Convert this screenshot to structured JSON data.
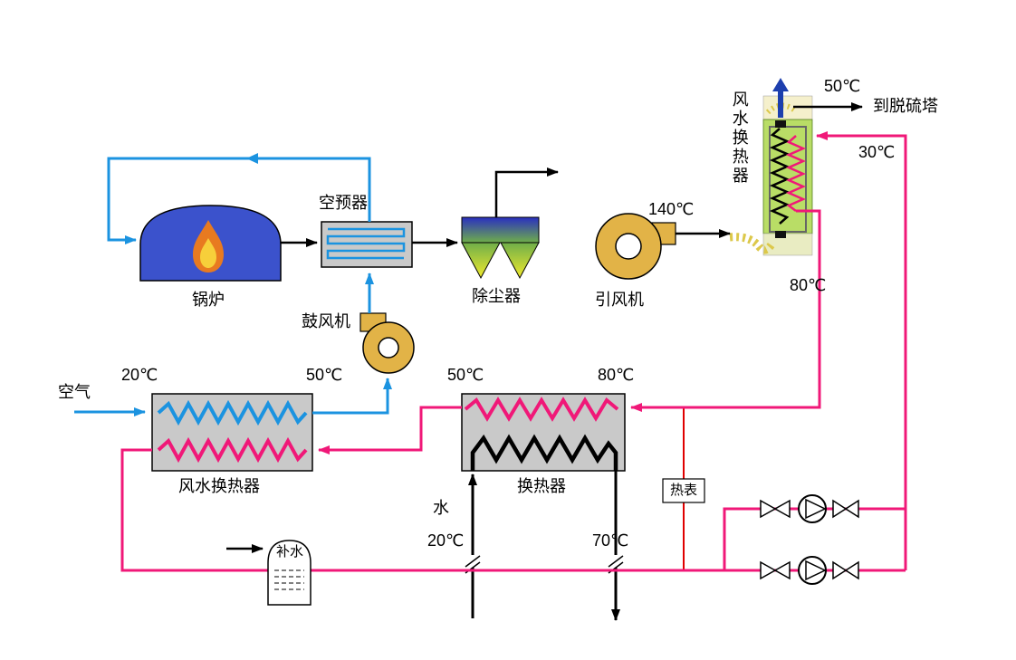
{
  "labels": {
    "air": "空气",
    "boiler": "锅炉",
    "air_preheater": "空预器",
    "fd_fan": "鼓风机",
    "dust_collector": "除尘器",
    "id_fan": "引风机",
    "bottom_air_water_hx": "风水换热器",
    "center_hx": "换热器",
    "water": "水",
    "heat_meter": "热表",
    "makeup_water": "补水",
    "top_air_water_hx": "风水换热器",
    "to_desulfurization_tower": "到脱硫塔"
  },
  "temperatures": {
    "air_inlet": "20℃",
    "air_outlet": "50℃",
    "flue_gas_to_hx": "140℃",
    "stack_outlet": "50℃",
    "return_water": "30℃",
    "supply_water_riser": "80℃",
    "center_hx_out": "50℃",
    "center_hx_in": "80℃",
    "water_inlet": "20℃",
    "water_outlet": "70℃"
  },
  "colors": {
    "air_line": "#1b93e0",
    "hot_water_line": "#f01878",
    "meter_line": "#e00000",
    "flue_line": "#000000",
    "fan_fill": "#e2b347",
    "boiler_fill": "#3b52cc",
    "exchanger_fill": "#c9c9c9",
    "top_hx_green": "#b9dd66"
  }
}
